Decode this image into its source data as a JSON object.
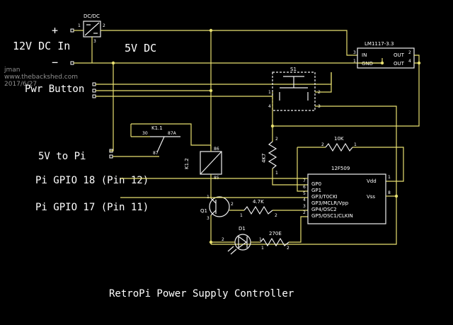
{
  "labels": {
    "plus": "+",
    "minus": "−",
    "input": "12V DC In",
    "rail": "5V DC",
    "pwr_button": "Pwr Button",
    "to_pi": "5V to Pi",
    "gpio18": "Pi GPIO 18 (Pin 12)",
    "gpio17": "Pi GPIO 17 (Pin 11)",
    "title": "RetroPi Power Supply Controller"
  },
  "watermark": {
    "author": "jman",
    "site": "www.thebackshed.com",
    "date": "2017/6/27"
  },
  "components": {
    "dcdc": {
      "name": "DC/DC",
      "pin1": "1",
      "pin2": "2",
      "pin3": "3"
    },
    "regulator": {
      "name": "LM1117-3.3",
      "in": "IN",
      "gnd": "GND",
      "out1": "OUT",
      "out2": "OUT",
      "p3": "3",
      "p1": "1",
      "p2": "2",
      "p4": "4"
    },
    "switch": {
      "name": "S1",
      "p1": "1",
      "p2": "2",
      "p3": "3",
      "p4": "4"
    },
    "relay": {
      "name": "K1.2",
      "pin86": "86",
      "pin85": "85",
      "contact": "K1.1",
      "pin30": "30",
      "pin87a": "87A",
      "pin87": "87"
    },
    "r_pullup": {
      "name": "4K7",
      "p1": "1",
      "p2": "2"
    },
    "r_feedback": {
      "name": "10K",
      "p1": "1",
      "p2": "2"
    },
    "mcu": {
      "name": "12F509",
      "pins": [
        "GP0",
        "GP1",
        "GP3/T0CKI",
        "GP3/MCLR/Vpp",
        "GP4/OSC2",
        "GP5/OSC1/CLKIN"
      ],
      "vdd": "Vdd",
      "vss": "Vss",
      "pin_numbers": [
        "7",
        "6",
        "5",
        "4",
        "3",
        "2"
      ],
      "vdd_pin": "1",
      "vss_pin": "8"
    },
    "transistor": {
      "name": "Q1",
      "p1": "1",
      "p2": "2",
      "p3": "3"
    },
    "r_base": {
      "name": "4.7K",
      "p1": "1",
      "p2": "2"
    },
    "led": {
      "name": "D1",
      "p1": "1",
      "p2": "2"
    },
    "r_led": {
      "name": "270E",
      "p1": "1",
      "p2": "2"
    }
  }
}
